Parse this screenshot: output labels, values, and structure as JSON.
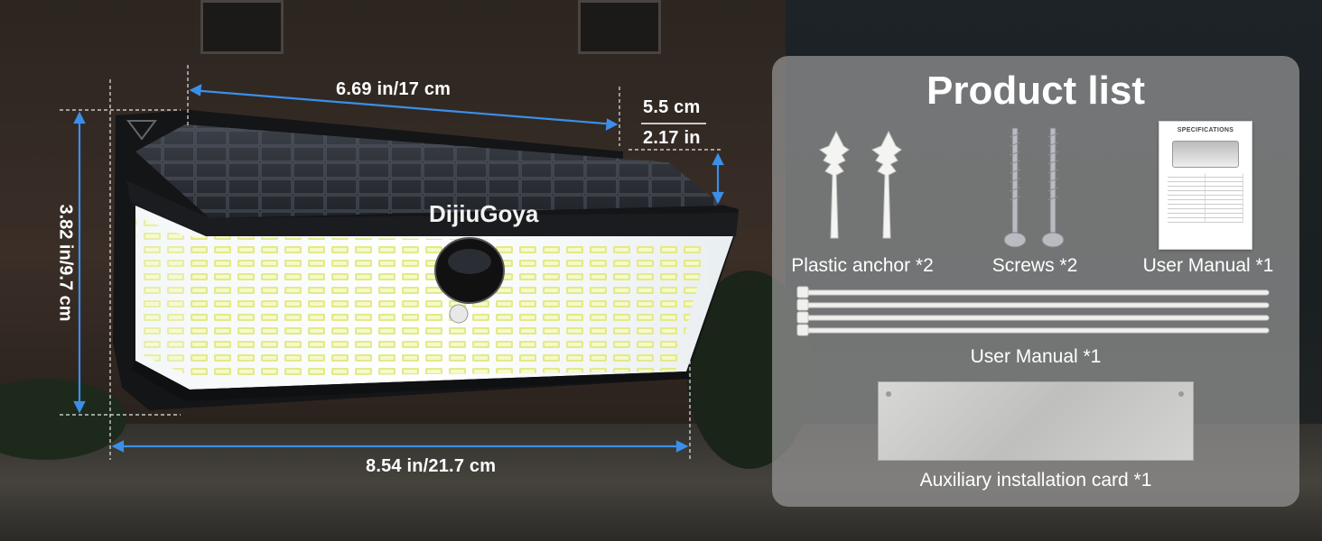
{
  "dimensions": {
    "width": "6.69 in/17 cm",
    "depth_cm": "5.5 cm",
    "depth_in": "2.17 in",
    "height": "3.82 in/9.7 cm",
    "length": "8.54 in/21.7 cm"
  },
  "lamp": {
    "brand": "DijiuGoya"
  },
  "product_list": {
    "title": "Product list",
    "items": [
      {
        "label": "Plastic anchor *2"
      },
      {
        "label": "Screws *2"
      },
      {
        "label": "User Manual *1"
      },
      {
        "label": "User Manual *1"
      },
      {
        "label": "Auxiliary installation card *1"
      }
    ],
    "manual_heading": "SPECIFICATIONS"
  }
}
